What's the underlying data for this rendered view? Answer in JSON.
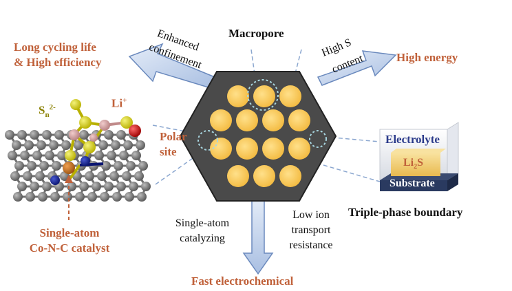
{
  "labels": {
    "long_cycling_1": "Long cycling life",
    "long_cycling_2": "& High efficiency",
    "enhanced_1": "Enhanced",
    "enhanced_2": "confinement",
    "macropore": "Macropore",
    "high_s_1": "High S",
    "high_s_2": "content",
    "high_energy": "High energy",
    "sn": "S",
    "sn_sub": "n",
    "sn_sup": "2-",
    "li": "Li",
    "li_sup": "+",
    "polar_1": "Polar",
    "polar_2": "site",
    "electrolyte": "Electrolyte",
    "li2s": "Li",
    "li2s_sub": "2",
    "li2s_end": "S",
    "substrate": "Substrate",
    "triple_phase": "Triple-phase boundary",
    "single_atom_1": "Single-atom",
    "single_atom_2": "Co-N-C catalyst",
    "catalyzing_1": "Single-atom",
    "catalyzing_2": "catalyzing",
    "low_ion_1": "Low ion",
    "low_ion_2": "transport",
    "low_ion_3": "resistance",
    "fast": "Fast electrochemical"
  },
  "colors": {
    "orange_text": "#c0613a",
    "arrow_fill": "#c9d7ee",
    "arrow_stroke": "#6a89bd",
    "hexagon": "#4a4a4a",
    "pore": "#f6c94a",
    "graphene": "#7a7a7a",
    "sulfur": "#d6d11a",
    "lithium": "#d7a3a3",
    "cobalt": "#c2702a",
    "nitrogen": "#1a2a9a"
  }
}
